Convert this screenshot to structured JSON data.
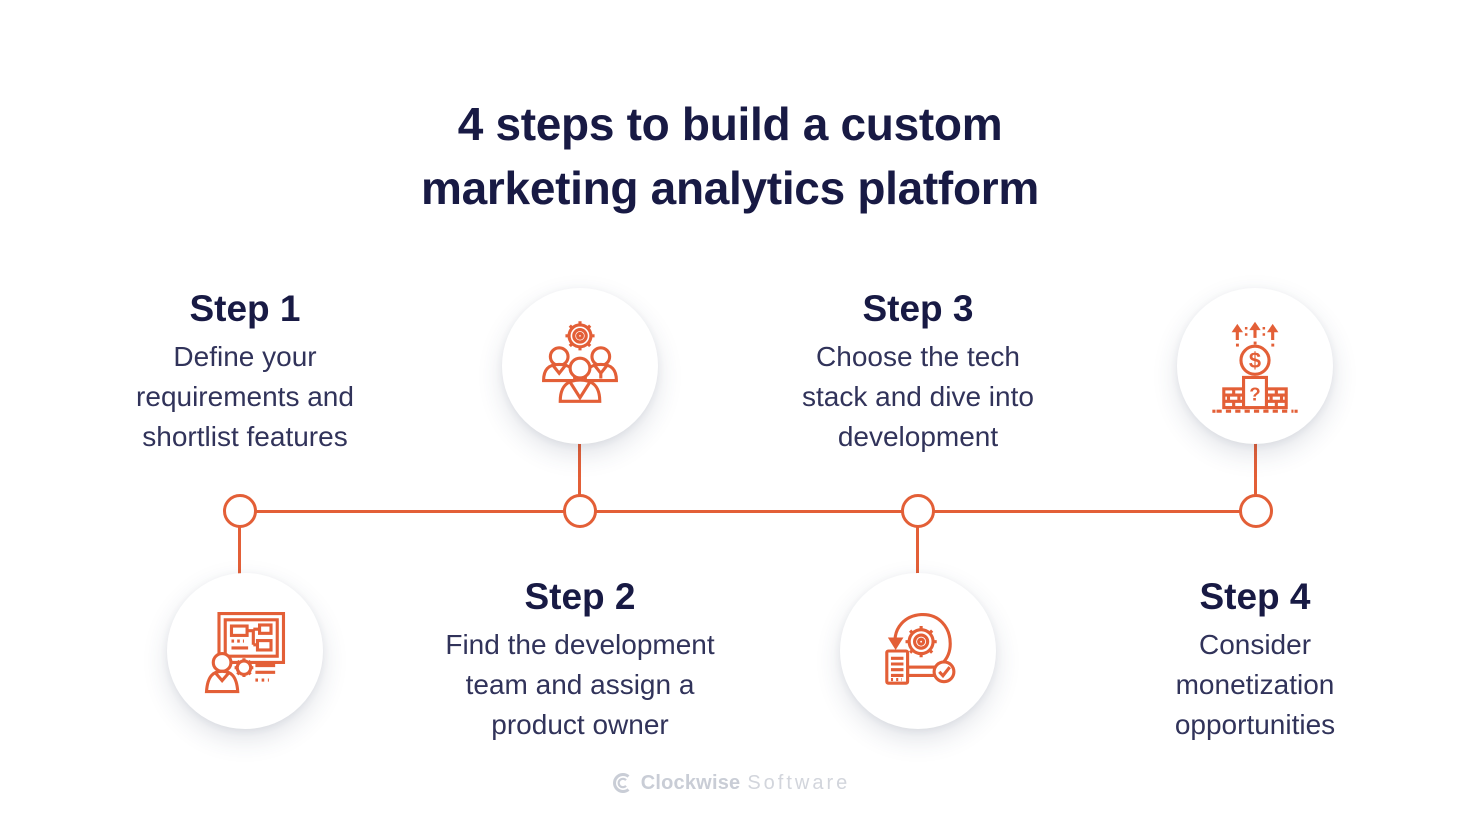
{
  "title": {
    "lines": [
      "4 steps to build a custom",
      "marketing analytics platform"
    ]
  },
  "steps": [
    {
      "heading": "Step 1",
      "lines": [
        "Define your",
        "requirements and",
        "shortlist features"
      ],
      "icon": "requirements-board-icon"
    },
    {
      "heading": "Step 2",
      "lines": [
        "Find the development",
        "team and assign a",
        "product owner"
      ],
      "icon": "team-gear-icon"
    },
    {
      "heading": "Step 3",
      "lines": [
        "Choose the tech",
        "stack and dive into",
        "development"
      ],
      "icon": "agile-sprint-icon"
    },
    {
      "heading": "Step 4",
      "lines": [
        "Consider",
        "monetization",
        "opportunities"
      ],
      "icon": "monetization-podium-icon"
    }
  ],
  "icons": {
    "monetization": {
      "dollar": "$",
      "question": "?"
    }
  },
  "footer": {
    "brand_bold": "Clockwise",
    "brand_light": "Software"
  },
  "colors": {
    "background": "#ffffff",
    "accent_orange": "#e35f37",
    "heading_navy": "#181a44",
    "body_navy": "#31335a",
    "logo_gray": "#c9cdd6",
    "logo_gray_light": "#d2d5dc"
  }
}
